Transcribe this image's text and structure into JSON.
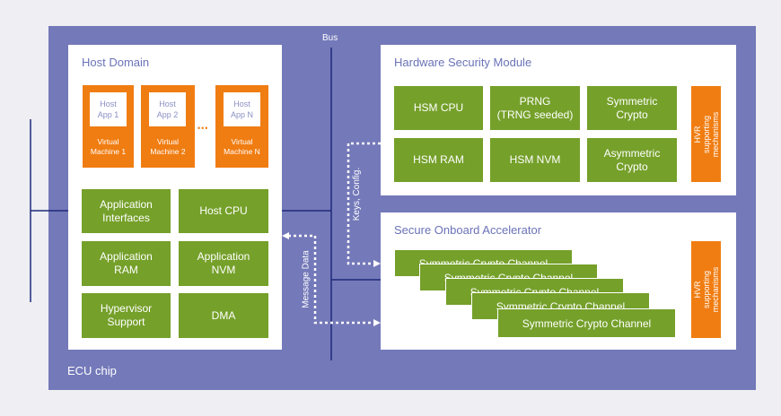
{
  "bus_label": "Bus",
  "chip_label": "ECU chip",
  "host_domain": {
    "title": "Host Domain",
    "vms": [
      {
        "app": "Host\nApp 1",
        "label": "Virtual\nMachine 1"
      },
      {
        "app": "Host\nApp 2",
        "label": "Virtual\nMachine 2"
      },
      {
        "app": "Host\nApp N",
        "label": "Virtual\nMachine N"
      }
    ],
    "ellipsis": "•••",
    "blocks": [
      "Application\nInterfaces",
      "Host CPU",
      "Application\nRAM",
      "Application\nNVM",
      "Hypervisor\nSupport",
      "DMA"
    ]
  },
  "hsm": {
    "title": "Hardware Security Module",
    "blocks": [
      "HSM CPU",
      "PRNG\n(TRNG seeded)",
      "Symmetric\nCrypto",
      "HSM RAM",
      "HSM NVM",
      "Asymmetric\nCrypto"
    ],
    "hvr_label": "HVR supporting\nmechanisms"
  },
  "soa": {
    "title": "Secure Onboard Accelerator",
    "channels": [
      "Symmetric Crypto Channel",
      "Symmetric Crypto Channel",
      "Symmetric Crypto Channel",
      "Symmetric Crypto Channel",
      "Symmetric Crypto Channel"
    ],
    "hvr_label": "HVR supporting\nmechanisms"
  },
  "arrows": {
    "keys_label": "Keys, Config.",
    "message_label": "Message Data"
  },
  "colors": {
    "chip": "#7479b9",
    "green": "#75a02a",
    "orange": "#f07d12",
    "title": "#6b72b8",
    "line": "#1f2a7a"
  }
}
